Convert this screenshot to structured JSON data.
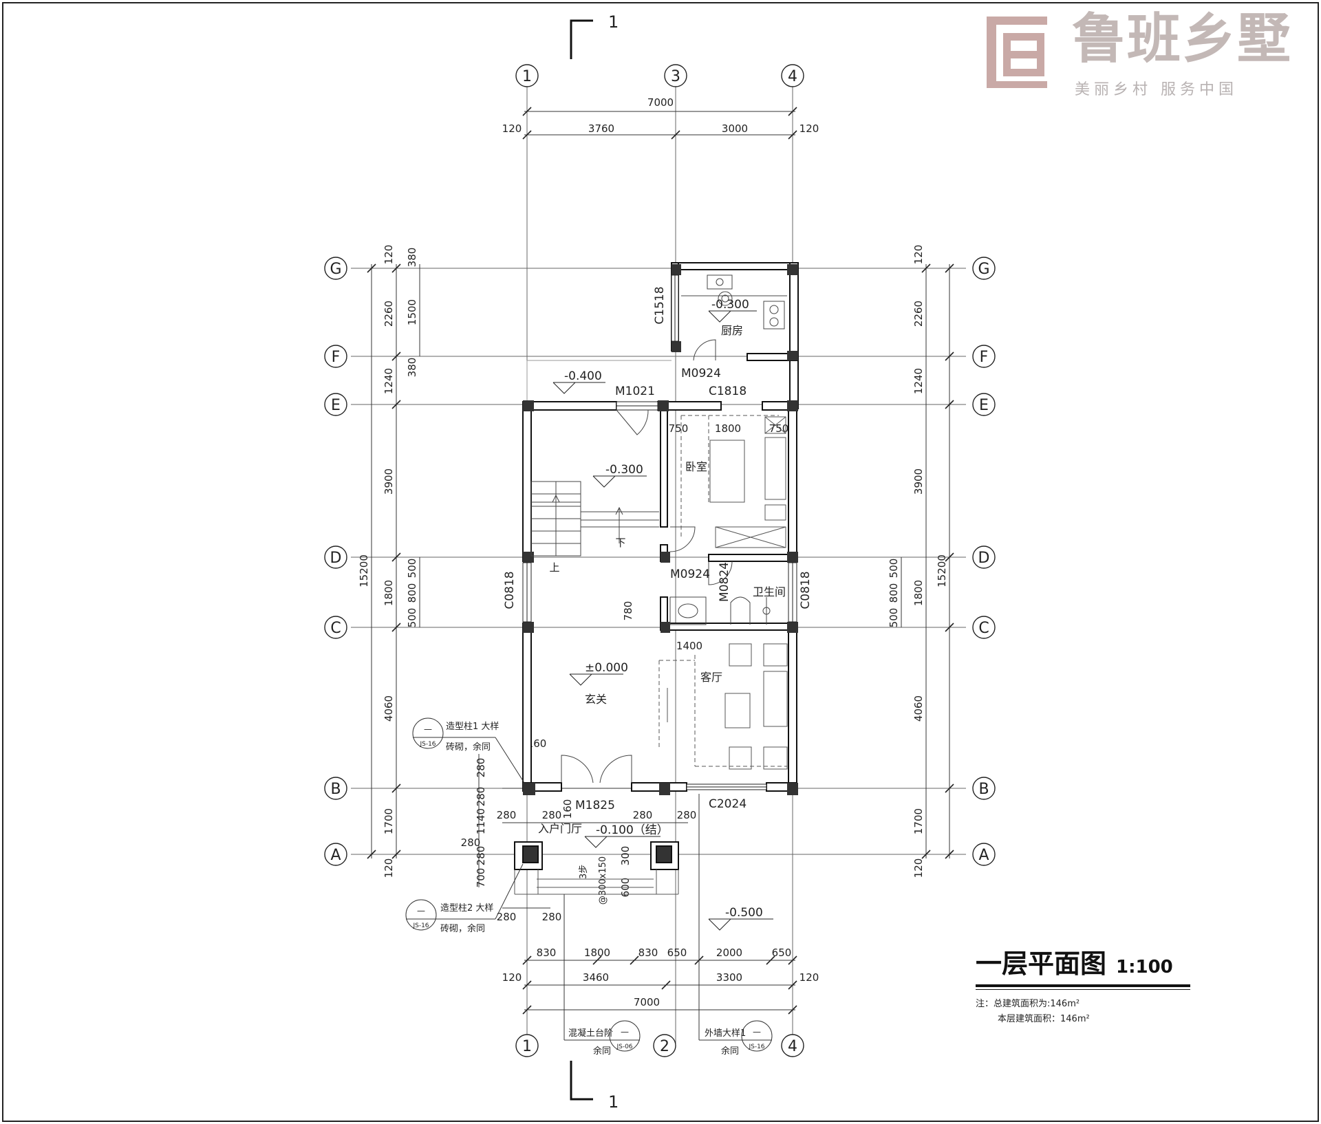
{
  "logo": {
    "brand": "鲁班乡墅",
    "slogan": "美丽乡村  服务中国",
    "colors": {
      "mark": "#c9a9a6",
      "text": "#c3b8b6"
    }
  },
  "section_mark": "1",
  "axes": {
    "top": [
      "1",
      "3",
      "4"
    ],
    "bottom": [
      "1",
      "2",
      "4"
    ],
    "rows": [
      "G",
      "F",
      "E",
      "D",
      "C",
      "B",
      "A"
    ]
  },
  "dims": {
    "top_total": "7000",
    "top_parts": [
      "120",
      "3760",
      "3000",
      "120"
    ],
    "left_total": "15200",
    "row_spacings": [
      "120",
      "2260",
      "1240",
      "3900",
      "1800",
      "4060",
      "1700",
      "120"
    ],
    "left_window": [
      "380",
      "1500",
      "380"
    ],
    "left_d_c": [
      "500",
      "800",
      "500"
    ],
    "right_total": "15200",
    "bottom_row1": [
      "830",
      "1800",
      "830",
      "650",
      "2000",
      "650"
    ],
    "bottom_row2": [
      "120",
      "3460",
      "3300",
      "120"
    ],
    "bottom_total": "7000",
    "porch_left": [
      "280",
      "280",
      "1140",
      "280",
      "280",
      "700"
    ],
    "porch_h": [
      "280",
      "280",
      "280",
      "280"
    ],
    "porch_h_low": [
      "280",
      "280"
    ],
    "misc": {
      "d160a": "160",
      "d160b": "160",
      "d780": "780",
      "d1400": "1400",
      "d750a": "750",
      "d1800": "1800",
      "d750b": "750",
      "d600": "600",
      "d300": "300"
    }
  },
  "rooms": {
    "kitchen": "厨房",
    "bedroom": "卧室",
    "bath": "卫生间",
    "foyer": "玄关",
    "living": "客厅",
    "entry": "入户门厅"
  },
  "openings": {
    "c1518": "C1518",
    "m0924_kitchen": "M0924",
    "m1021": "M1021",
    "c1818": "C1818",
    "m0924_bed": "M0924",
    "m0824": "M0824",
    "c0818_left": "C0818",
    "c0818_right": "C0818",
    "m1825": "M1825",
    "c2024": "C2024"
  },
  "levels": {
    "kitchen": "-0.300",
    "yard": "-0.400",
    "stair": "-0.300",
    "foyer": "±0.000",
    "porch": "-0.100（结）",
    "outside": "-0.500"
  },
  "stair": {
    "up": "上",
    "down": "下"
  },
  "steps": {
    "count": "3步",
    "spec": "@300x150"
  },
  "callouts": {
    "col1": {
      "sym": "—",
      "ref": "JS-16",
      "line1": "造型柱1 大样",
      "line2": "砖砌，余同"
    },
    "col2": {
      "sym": "—",
      "ref": "JS-16",
      "line1": "造型柱2 大样",
      "line2": "砖砌，余同"
    },
    "step": {
      "sym": "—",
      "ref": "JS-06",
      "line1": "混凝土台阶",
      "line2": "余同"
    },
    "wall": {
      "sym": "—",
      "ref": "JS-16",
      "line1": "外墙大样1",
      "line2": "余同"
    }
  },
  "title": {
    "name": "一层平面图",
    "scale": "1:100"
  },
  "notes": {
    "line1": "注：总建筑面积为:146m²",
    "line2": "本层建筑面积：146m²"
  }
}
